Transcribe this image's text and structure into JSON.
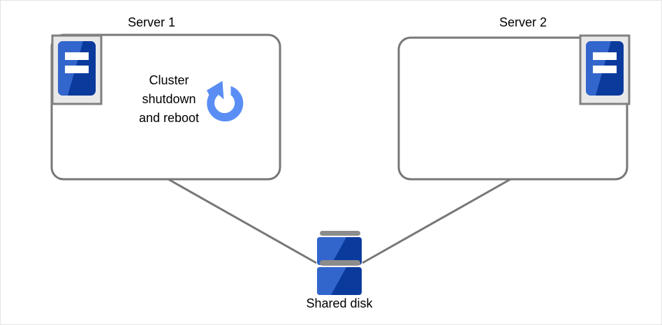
{
  "diagram": {
    "title_server1": "Server 1",
    "title_server2": "Server 2",
    "shared_disk_label": "Shared disk",
    "annotation": {
      "line1": "Cluster",
      "line2": "shutdown",
      "line3": "and reboot"
    },
    "icons": {
      "server_icon_1": "server-icon",
      "server_icon_2": "server-icon",
      "reboot_icon": "refresh-circular-arrow-icon",
      "disk_icon": "shared-disk-icon"
    },
    "colors": {
      "box_stroke": "#777777",
      "connector_stroke": "#777777",
      "icon_blue_light": "#3366cc",
      "icon_blue_dark": "#0b3a9d",
      "icon_frame_fill": "#e8e8e8",
      "icon_frame_stroke": "#808080",
      "reboot_blue": "#5b8ef4",
      "disk_bar_gray": "#8c8c8c",
      "text_black": "#000000",
      "canvas_border": "#e3e3e3",
      "background": "#ffffff"
    }
  }
}
